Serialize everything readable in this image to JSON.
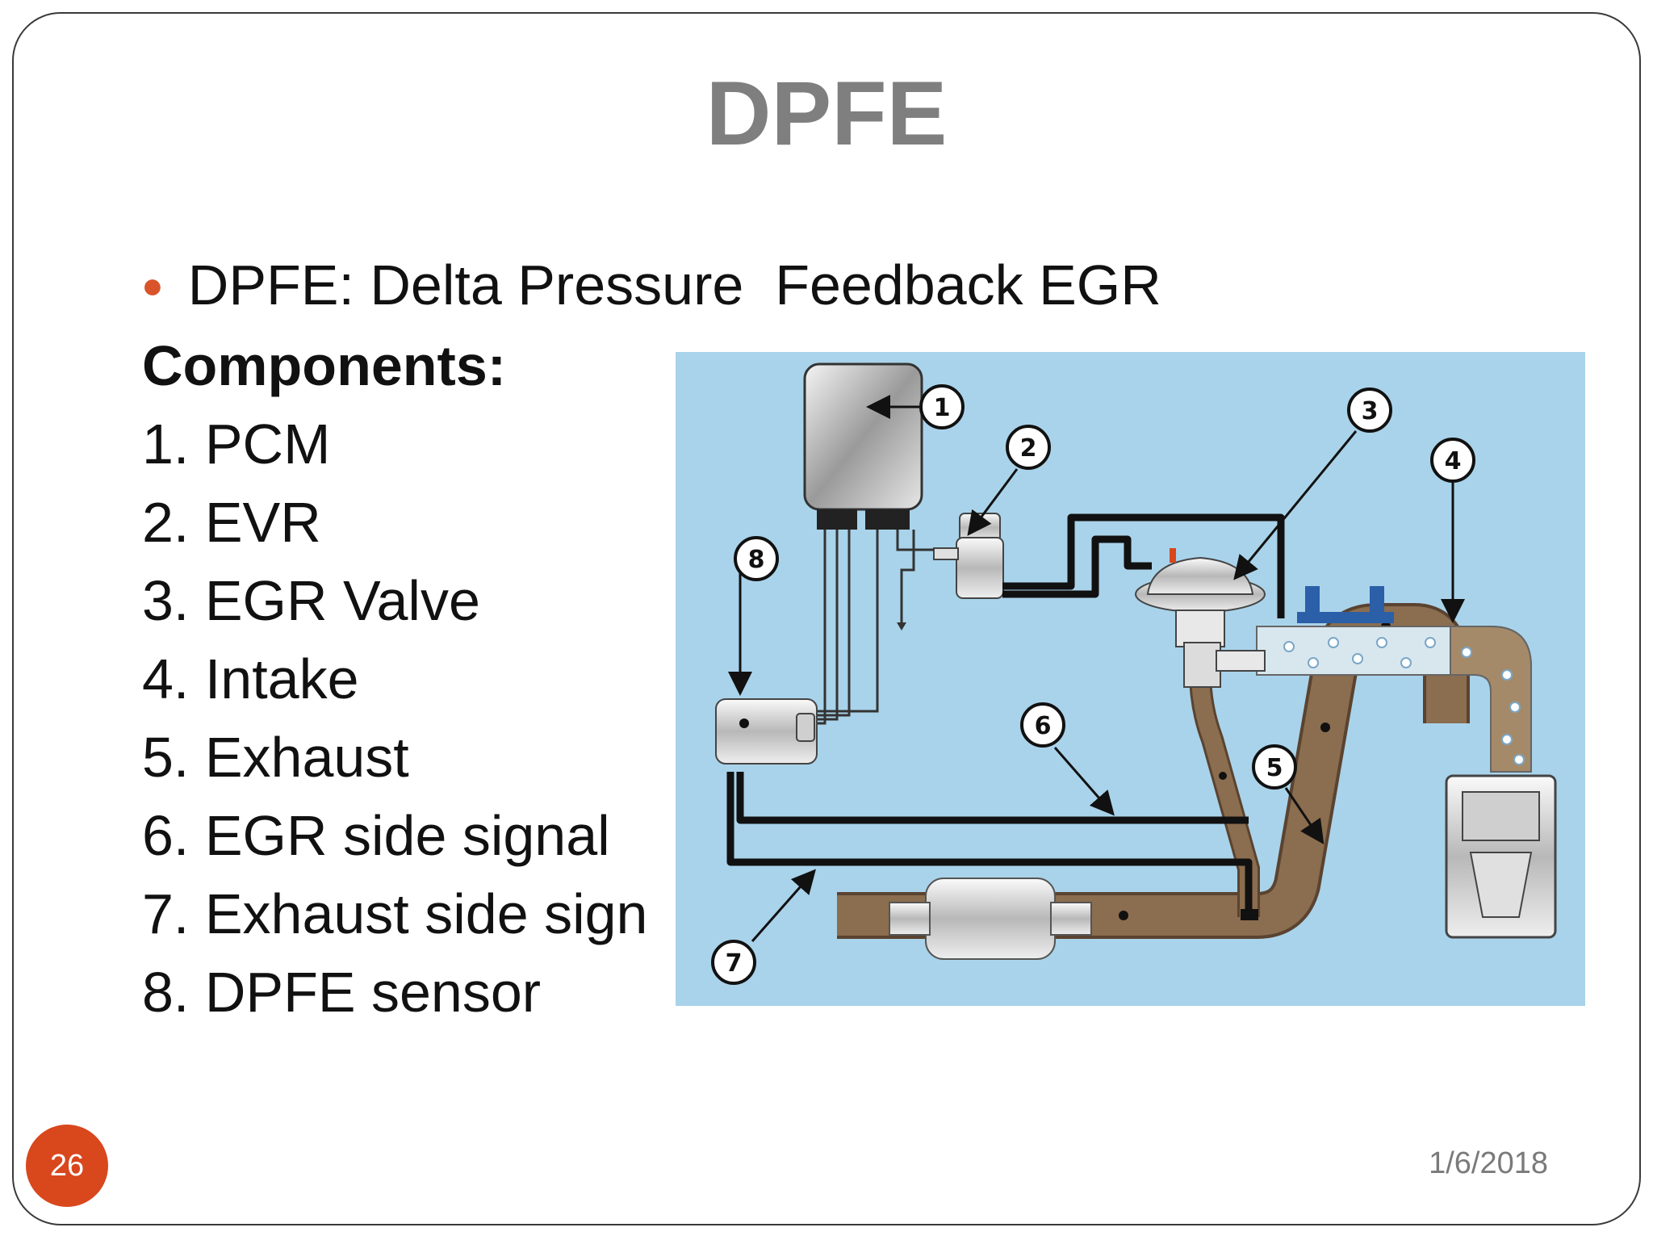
{
  "slide": {
    "title": "DPFE",
    "bullet": "DPFE: Delta Pressure  Feedback EGR",
    "components_heading": "Components:",
    "components": [
      "1. PCM",
      "2. EVR",
      "3. EGR Valve",
      "4. Intake",
      "5. Exhaust",
      "6. EGR side signal",
      "7. Exhaust side sign",
      "8. DPFE sensor"
    ],
    "page_number": "26",
    "date": "1/6/2018"
  },
  "diagram": {
    "callouts": [
      "1",
      "2",
      "3",
      "4",
      "5",
      "6",
      "7",
      "8"
    ],
    "colors": {
      "background": "#a9d3ea",
      "exhaust": "#8b6d4f",
      "hose": "#111111",
      "accent": "#d9471d"
    }
  }
}
